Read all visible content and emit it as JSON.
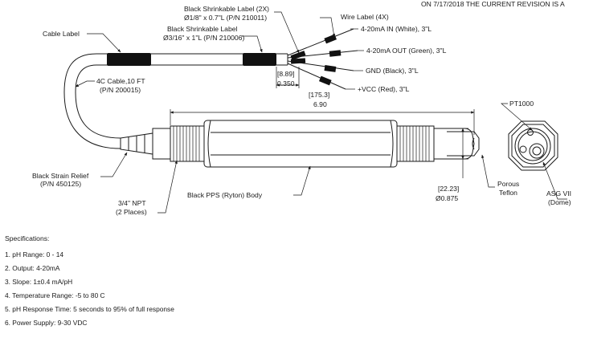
{
  "header_note": "ON 7/17/2018 THE CURRENT REVISION IS A",
  "callouts": {
    "shrink_label_small_title": "Black Shrinkable Label  (2X)",
    "shrink_label_small_size": "Ø1/8\" x 0.7\"L (P/N 210011)",
    "shrink_label_large_title": "Black Shrinkable Label",
    "shrink_label_large_size": "Ø3/16\" x 1\"L (P/N 210006)",
    "cable_label": "Cable Label",
    "wire_label": "Wire Label (4X)",
    "cable_title": "4C Cable,10 FT",
    "cable_pn": "(P/N 200015)",
    "strain_relief_title": "Black Strain Relief",
    "strain_relief_pn": "(P/N 450125)",
    "npt_title": "3/4\" NPT",
    "npt_places": "(2 Places)",
    "body": "Black PPS (Ryton) Body",
    "porous": "Porous",
    "teflon": "Teflon",
    "pt1000": "PT1000",
    "asg": "ASG VII",
    "dome": "(Dome)"
  },
  "wires": [
    {
      "label": "4-20mA IN (White), 3\"L",
      "color": "#ffffff"
    },
    {
      "label": "4-20mA OUT (Green), 3\"L",
      "color": "#2e8b3a"
    },
    {
      "label": "GND (Black), 3\"L",
      "color": "#111111"
    },
    {
      "label": "+VCC (Red), 3\"L",
      "color": "#cc2222"
    }
  ],
  "dimensions": {
    "strip_mm": "[8.89]",
    "strip_in": "0.350",
    "length_mm": "[175.3]",
    "length_in": "6.90",
    "dia_mm": "[22.23]",
    "dia_in": "Ø0.875"
  },
  "specs": {
    "title": "Specifications:",
    "items": [
      "1. pH Range: 0 - 14",
      "2. Output: 4-20mA",
      "3. Slope: 1±0.4 mA/pH",
      "4. Temperature Range: -5 to 80 C",
      "5. pH Response Time: 5 seconds to 95% of full response",
      "6. Power Supply: 9-30 VDC"
    ]
  }
}
